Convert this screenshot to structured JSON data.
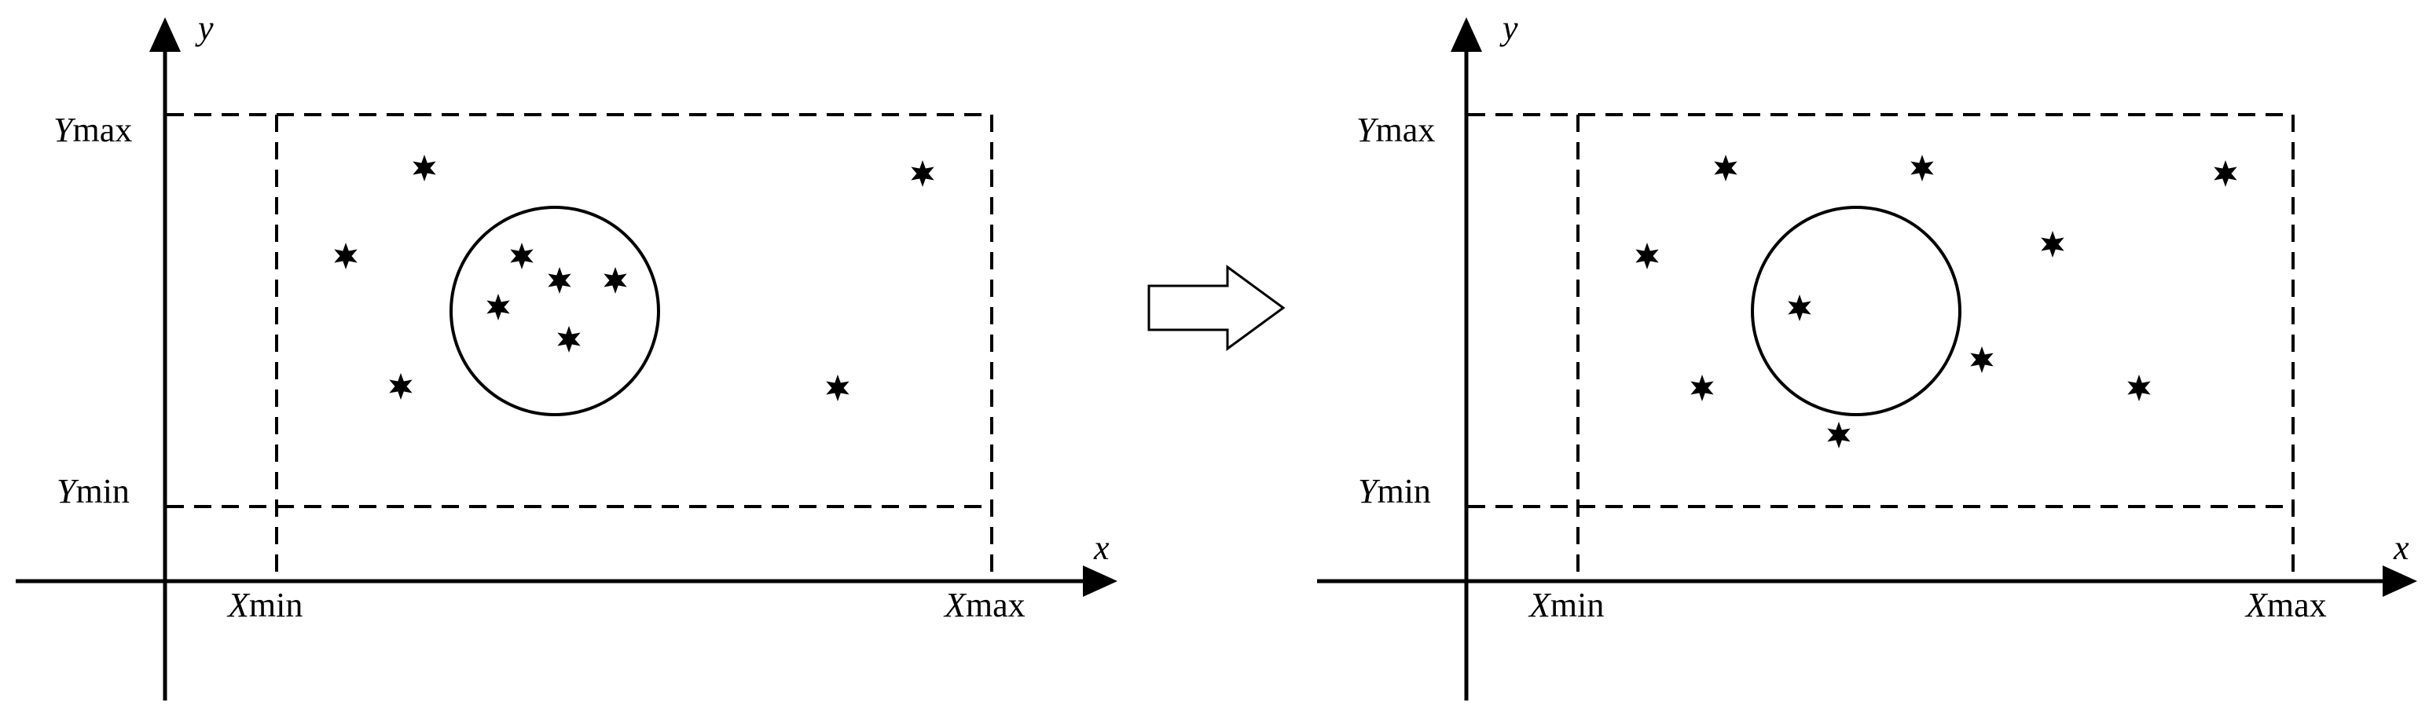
{
  "panels": [
    {
      "x_axis_label": "x",
      "y_axis_label": "y",
      "xmin_label": {
        "var": "X",
        "sub": "min"
      },
      "xmax_label": {
        "var": "X",
        "sub": "max"
      },
      "ymin_label": {
        "var": "Y",
        "sub": "min"
      },
      "ymax_label": {
        "var": "Y",
        "sub": "max"
      }
    },
    {
      "x_axis_label": "x",
      "y_axis_label": "y",
      "xmin_label": {
        "var": "X",
        "sub": "min"
      },
      "xmax_label": {
        "var": "X",
        "sub": "max"
      },
      "ymin_label": {
        "var": "Y",
        "sub": "min"
      },
      "ymax_label": {
        "var": "Y",
        "sub": "max"
      }
    }
  ],
  "icons": {
    "point_marker": "six-point-star-icon",
    "transition": "right-arrow-icon"
  },
  "colors": {
    "stroke": "#000000",
    "background": "#ffffff"
  }
}
